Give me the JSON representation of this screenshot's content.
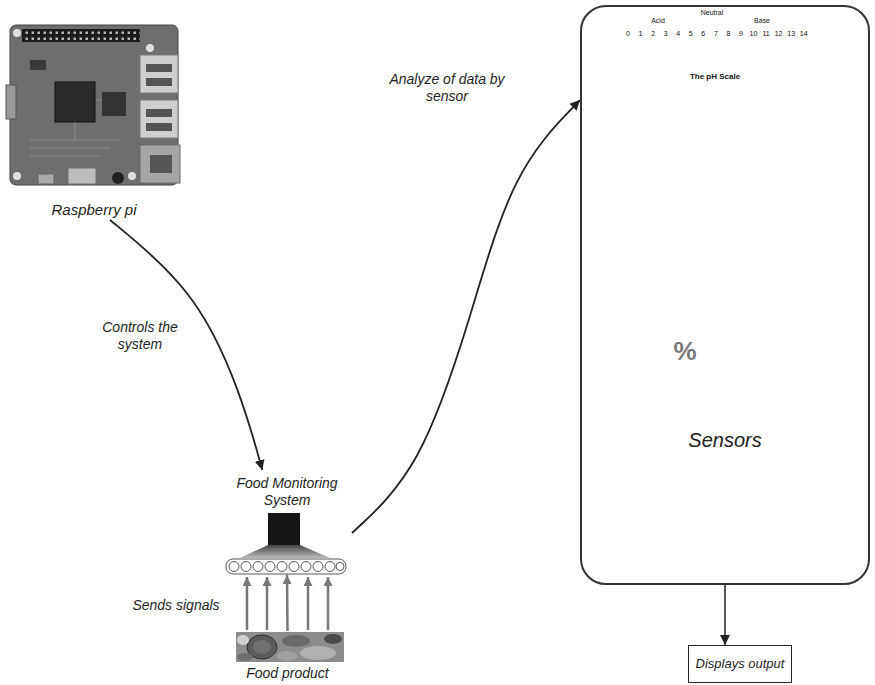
{
  "diagram": {
    "nodes": [
      {
        "text": [
          "Raspberry pi"
        ]
      },
      {
        "text": [
          "Food Monitoring System"
        ]
      },
      {
        "text": [
          "Food product"
        ]
      },
      {
        "text": [
          "Sensors"
        ]
      },
      {
        "text": [
          "Displays output"
        ]
      }
    ],
    "edges": [
      {
        "from": 0,
        "to": 1,
        "arrow": "to",
        "label": "Controls the system"
      },
      {
        "from": 2,
        "to": 1,
        "arrow": "to",
        "label": "Sends signals"
      },
      {
        "from": 1,
        "to": 3,
        "arrow": "to",
        "label": "Analyze of data by sensor"
      },
      {
        "from": 3,
        "to": 4,
        "arrow": "to"
      }
    ],
    "labels": [
      "Acid",
      "Neutral",
      "Base",
      "0",
      "1",
      "2",
      "3",
      "4",
      "5",
      "6",
      "7",
      "8",
      "9",
      "10",
      "11",
      "12",
      "13",
      "14",
      "The pH Scale",
      "%"
    ]
  }
}
